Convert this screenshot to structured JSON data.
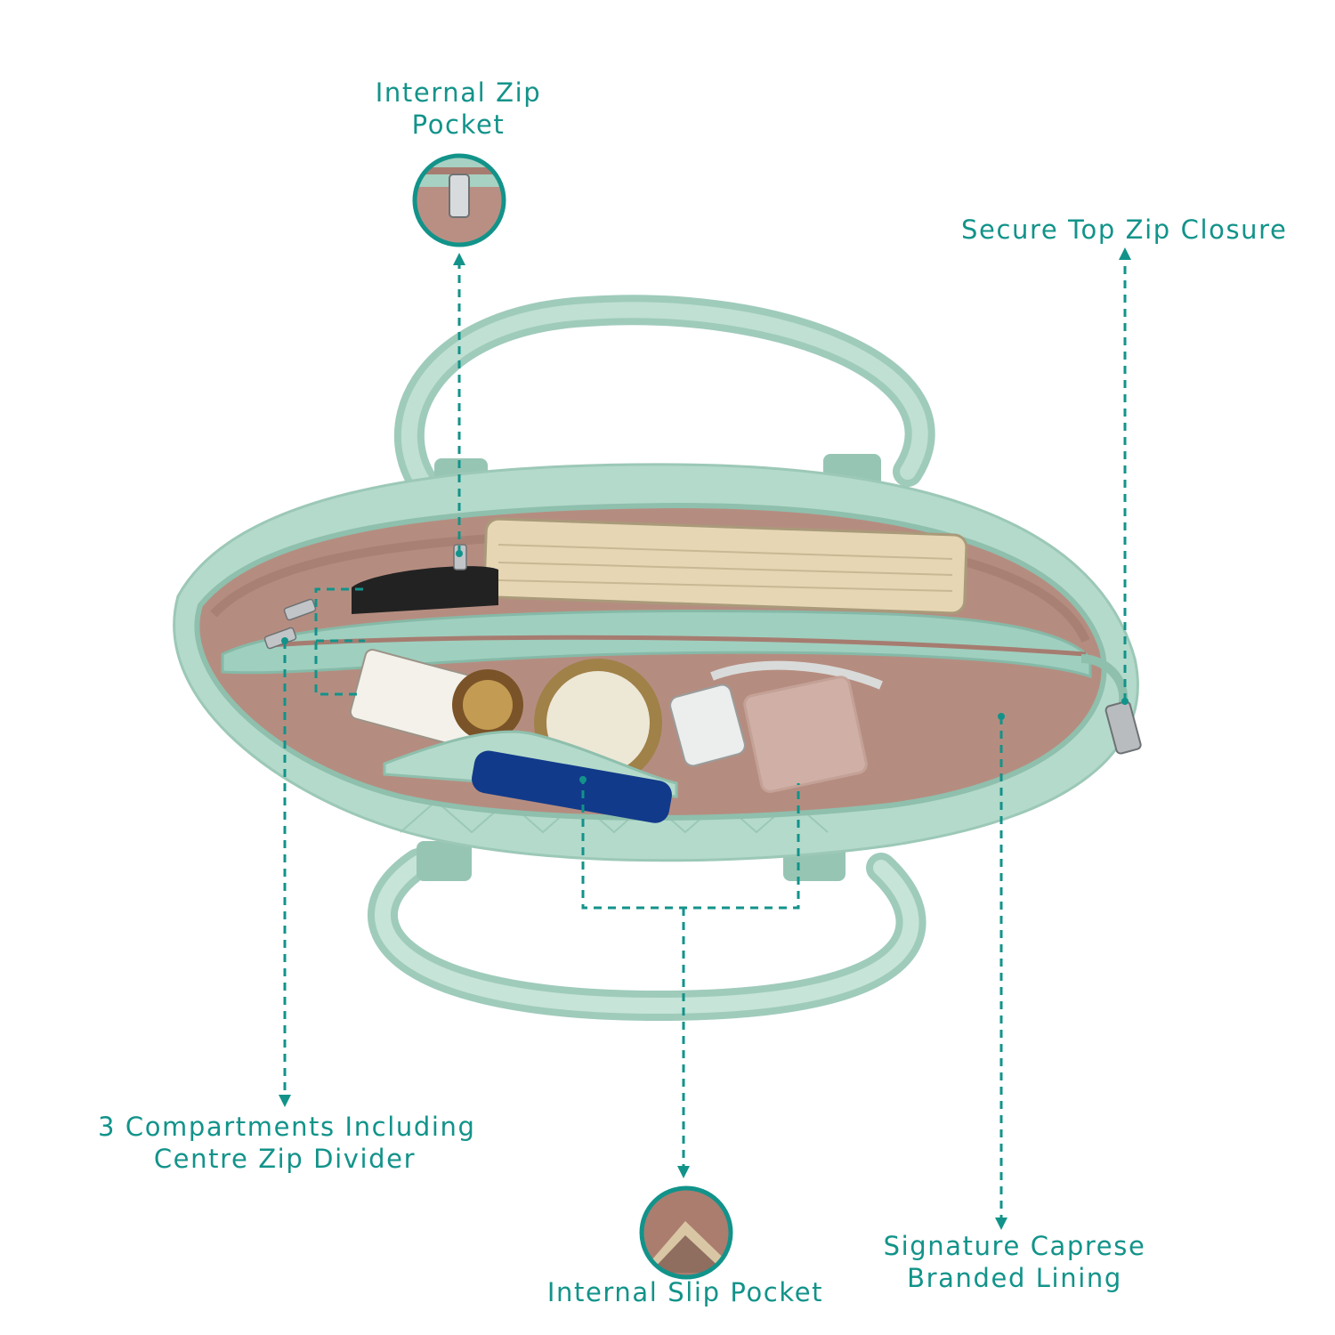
{
  "callouts": {
    "internal_zip_pocket": {
      "line1": "Internal Zip",
      "line2": "Pocket"
    },
    "top_zip": {
      "line1": "Secure Top Zip Closure"
    },
    "compartments": {
      "line1": "3 Compartments Including",
      "line2": "Centre Zip Divider"
    },
    "slip_pocket": {
      "line1": "Internal Slip Pocket"
    },
    "lining": {
      "line1": "Signature Caprese",
      "line2": "Branded Lining"
    }
  },
  "colors": {
    "accent_teal": "#12938a",
    "bag_mint": "#a9d3c4",
    "lining_pink": "#b58d80",
    "background": "#ffffff"
  },
  "icons": {
    "detail_zip": "zip-pull-icon",
    "detail_slip": "slip-pocket-icon"
  }
}
